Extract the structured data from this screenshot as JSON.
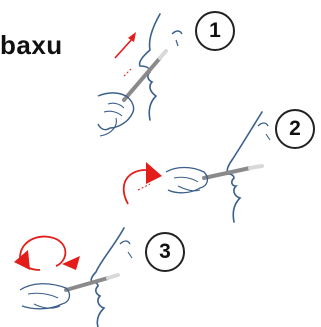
{
  "title": "baxu",
  "steps": [
    {
      "number": "1"
    },
    {
      "number": "2"
    },
    {
      "number": "3"
    }
  ],
  "colors": {
    "arrow": "#e31d1a",
    "outline": "#3b5f8c",
    "swab_shaft": "#8a8a8a",
    "text": "#111111"
  },
  "icons": {
    "step1": "swab-insert-upward-illustration",
    "step2": "swab-horizontal-insert-illustration",
    "step3": "swab-rotate-illustration"
  }
}
